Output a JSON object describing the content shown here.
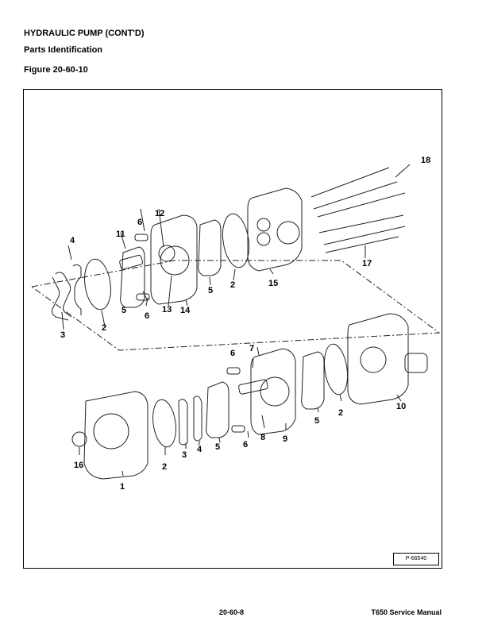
{
  "header": {
    "title": "HYDRAULIC PUMP (CONT'D)",
    "subtitle": "Parts Identification",
    "figure_label": "Figure 20-60-10"
  },
  "figure": {
    "reference": "P-66540",
    "callouts": [
      "1",
      "2",
      "3",
      "4",
      "5",
      "6",
      "7",
      "8",
      "9",
      "10",
      "11",
      "12",
      "13",
      "14",
      "15",
      "16",
      "17",
      "18"
    ]
  },
  "footer": {
    "page_number": "20-60-8",
    "manual_title": "T650 Service Manual"
  }
}
